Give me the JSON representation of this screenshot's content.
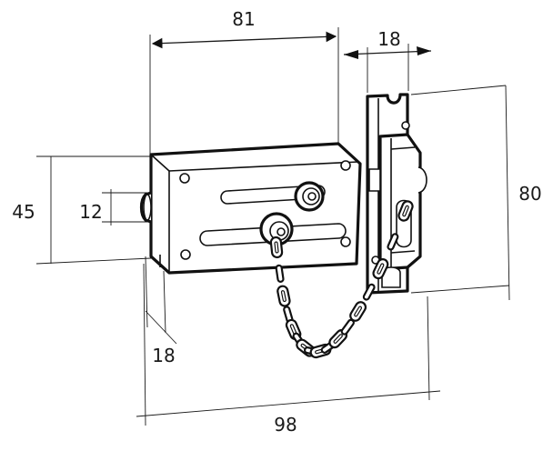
{
  "dimensions": {
    "lock_width": "81",
    "keeper_width": "18",
    "lock_height": "45",
    "knob_height": "12",
    "keeper_height": "80",
    "depth": "18",
    "overall_width": "98"
  },
  "icon": "chain-door-lock"
}
